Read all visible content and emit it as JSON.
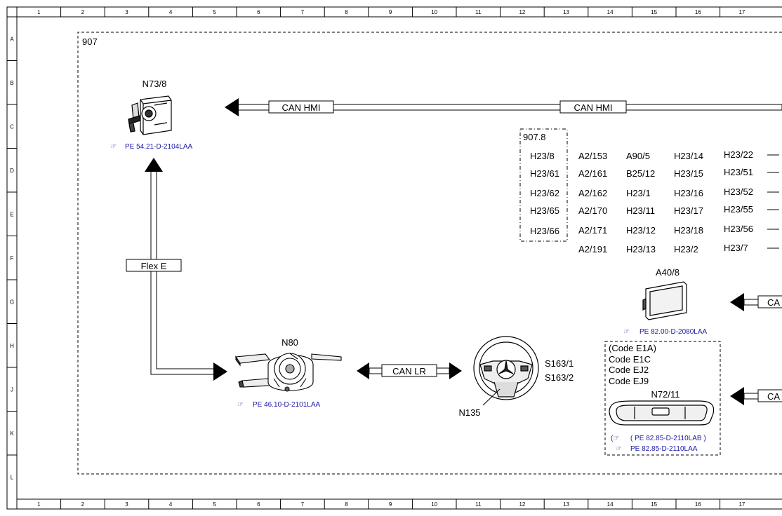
{
  "frame": {
    "columns": [
      "1",
      "2",
      "3",
      "4",
      "5",
      "6",
      "7",
      "8",
      "9",
      "10",
      "11",
      "12",
      "13",
      "14",
      "15",
      "16",
      "17"
    ],
    "rows": [
      "A",
      "B",
      "C",
      "D",
      "E",
      "F",
      "G",
      "H",
      "J",
      "K",
      "L"
    ]
  },
  "region_label": "907",
  "buses": {
    "can_hmi_left": "CAN HMI",
    "can_hmi_right": "CAN HMI",
    "flex_e": "Flex E",
    "can_lr": "CAN LR",
    "can_g_partial": "CA",
    "can_j_partial": "CA"
  },
  "components": {
    "n73_8": {
      "label": "N73/8",
      "ref": "PE 54.21-D-2104LAA"
    },
    "n80": {
      "label": "N80",
      "ref": "PE 46.10-D-2101LAA"
    },
    "n135": {
      "label": "N135",
      "switch_1": "S163/1",
      "switch_2": "S163/2"
    },
    "a40_8": {
      "label": "A40/8",
      "ref": "PE 82.00-D-2080LAA"
    },
    "n72_11": {
      "label": "N72/11",
      "codes": [
        "(Code E1A)",
        "Code E1C",
        "Code EJ2",
        "Code EJ9"
      ],
      "ref_1": "( PE 82.85-D-2110LAB )",
      "ref_2": "PE 82.85-D-2110LAA"
    }
  },
  "group_907_8": {
    "title": "907.8",
    "inside": [
      "H23/8",
      "H23/61",
      "H23/62",
      "H23/65",
      "H23/66"
    ],
    "col_2": [
      "A2/153",
      "A2/161",
      "A2/162",
      "A2/170",
      "A2/171",
      "A2/191"
    ],
    "col_3": [
      "A90/5",
      "B25/12",
      "H23/1",
      "H23/11",
      "H23/12",
      "H23/13"
    ],
    "col_4": [
      "H23/14",
      "H23/15",
      "H23/16",
      "H23/17",
      "H23/18",
      "H23/2"
    ],
    "col_5": [
      "H23/22",
      "H23/51",
      "H23/52",
      "H23/55",
      "H23/56",
      "H23/7"
    ]
  }
}
